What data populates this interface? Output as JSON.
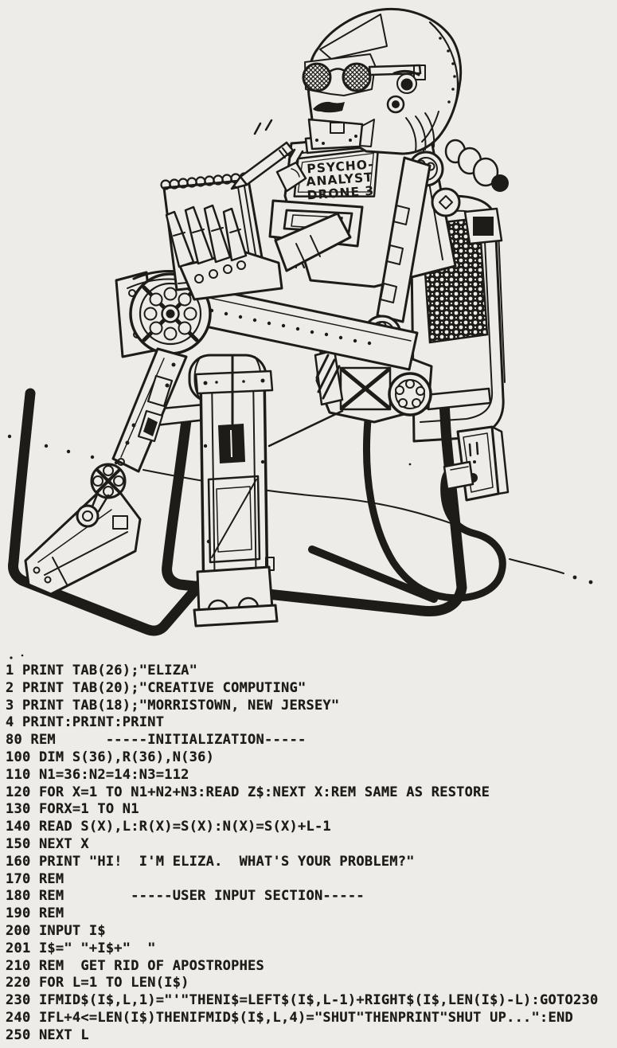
{
  "page": {
    "background": "#edece9",
    "ink": "#1d1c19"
  },
  "illustration": {
    "sign": {
      "line1": "PSYCHO-",
      "line2": "ANALYST",
      "line3": "DRONE 3"
    }
  },
  "code": {
    "lines": [
      "1 PRINT TAB(26);\"ELIZA\"",
      "2 PRINT TAB(20);\"CREATIVE COMPUTING\"",
      "3 PRINT TAB(18);\"MORRISTOWN, NEW JERSEY\"",
      "4 PRINT:PRINT:PRINT",
      "80 REM      -----INITIALIZATION-----",
      "100 DIM S(36),R(36),N(36)",
      "110 N1=36:N2=14:N3=112",
      "120 FOR X=1 TO N1+N2+N3:READ Z$:NEXT X:REM SAME AS RESTORE",
      "130 FORX=1 TO N1",
      "140 READ S(X),L:R(X)=S(X):N(X)=S(X)+L-1",
      "150 NEXT X",
      "160 PRINT \"HI!  I'M ELIZA.  WHAT'S YOUR PROBLEM?\"",
      "170 REM",
      "180 REM        -----USER INPUT SECTION-----",
      "190 REM",
      "200 INPUT I$",
      "201 I$=\" \"+I$+\"  \"",
      "210 REM  GET RID OF APOSTROPHES",
      "220 FOR L=1 TO LEN(I$)",
      "230 IFMID$(I$,L,1)=\"'\"THENI$=LEFT$(I$,L-1)+RIGHT$(I$,LEN(I$)-L):GOTO230",
      "240 IFL+4<=LEN(I$)THENIFMID$(I$,L,4)=\"SHUT\"THENPRINT\"SHUT UP...\":END",
      "250 NEXT L"
    ]
  }
}
